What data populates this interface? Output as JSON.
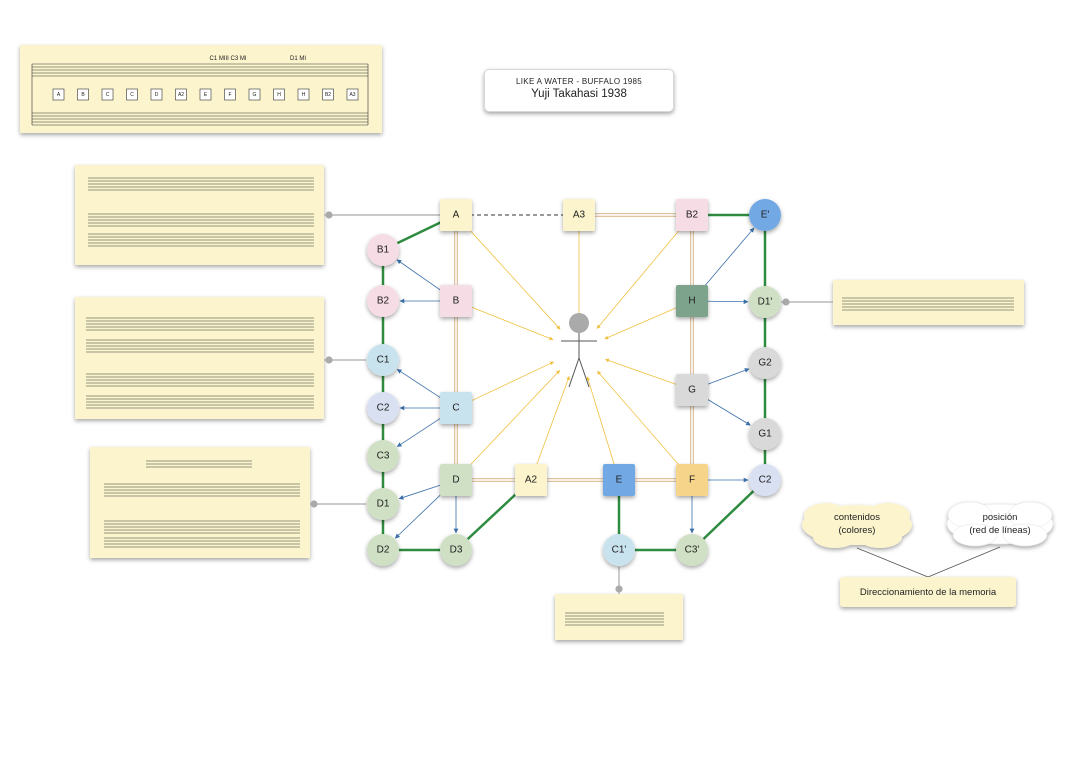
{
  "title": {
    "line1": "LIKE A WATER - BUFFALO 1985",
    "line2": "Yuji Takahasi 1938"
  },
  "legend": {
    "memory": "Direccionamiento de la memoria",
    "contents_line1": "contenidos",
    "contents_line2": "(colores)",
    "position_line1": "posición",
    "position_line2": "(red de líneas)"
  },
  "key_score": {
    "label_left": "C1 MIII C3 MI",
    "label_right": "D1 MI",
    "boxes": [
      "A",
      "B",
      "C",
      "C",
      "D",
      "A2",
      "E",
      "F",
      "G",
      "H",
      "H",
      "B2",
      "A3"
    ]
  },
  "colors": {
    "pink": "#f6dce4",
    "blue_light": "#c9e3ee",
    "green_light": "#cfe0c4",
    "yellow_light": "#fbf4cc",
    "blue": "#72a8e3",
    "dark_green": "#7da38c",
    "gray": "#d9d9d9",
    "orange": "#f6d48a",
    "lavender": "#d8e0f2",
    "edge_green": "#2e8b3f",
    "edge_tan": "#e0c4a0",
    "arrow_blue": "#3a6fa8",
    "arrow_yellow": "#f0c040"
  },
  "nodes": [
    {
      "id": "A",
      "shape": "square",
      "color": "yellow_light"
    },
    {
      "id": "A3",
      "shape": "square",
      "color": "yellow_light"
    },
    {
      "id": "B2sq",
      "label": "B2",
      "shape": "square",
      "color": "pink"
    },
    {
      "id": "B",
      "shape": "square",
      "color": "pink"
    },
    {
      "id": "H",
      "shape": "square",
      "color": "dark_green"
    },
    {
      "id": "C",
      "shape": "square",
      "color": "blue_light"
    },
    {
      "id": "G",
      "shape": "square",
      "color": "gray"
    },
    {
      "id": "D",
      "shape": "square",
      "color": "green_light"
    },
    {
      "id": "A2",
      "shape": "square",
      "color": "yellow_light"
    },
    {
      "id": "E",
      "shape": "square",
      "color": "blue"
    },
    {
      "id": "F",
      "shape": "square",
      "color": "orange"
    },
    {
      "id": "B1",
      "shape": "circle",
      "color": "pink"
    },
    {
      "id": "B2c",
      "label": "B2",
      "shape": "circle",
      "color": "pink"
    },
    {
      "id": "C1",
      "shape": "circle",
      "color": "blue_light"
    },
    {
      "id": "C2",
      "shape": "circle",
      "color": "lavender"
    },
    {
      "id": "C3",
      "shape": "circle",
      "color": "green_light"
    },
    {
      "id": "D1",
      "shape": "circle",
      "color": "green_light"
    },
    {
      "id": "D2",
      "shape": "circle",
      "color": "green_light"
    },
    {
      "id": "D3",
      "shape": "circle",
      "color": "green_light"
    },
    {
      "id": "E1",
      "label": "E'",
      "shape": "circle",
      "color": "blue"
    },
    {
      "id": "D1p",
      "label": "D1'",
      "shape": "circle",
      "color": "green_light"
    },
    {
      "id": "G2",
      "shape": "circle",
      "color": "gray"
    },
    {
      "id": "G1",
      "shape": "circle",
      "color": "gray"
    },
    {
      "id": "C2r",
      "label": "C2",
      "shape": "circle",
      "color": "lavender"
    },
    {
      "id": "C1p",
      "label": "C1'",
      "shape": "circle",
      "color": "blue_light"
    },
    {
      "id": "C3p",
      "label": "C3'",
      "shape": "circle",
      "color": "green_light"
    }
  ],
  "edges_tan": [
    [
      "A",
      "A3"
    ],
    [
      "A3",
      "B2sq"
    ],
    [
      "A",
      "B"
    ],
    [
      "B",
      "C"
    ],
    [
      "C",
      "D"
    ],
    [
      "D",
      "A2"
    ],
    [
      "A2",
      "E"
    ],
    [
      "E",
      "F"
    ],
    [
      "B2sq",
      "H"
    ],
    [
      "H",
      "G"
    ],
    [
      "G",
      "F"
    ]
  ],
  "edges_dashed": [
    [
      "A",
      "A3"
    ]
  ],
  "edges_green": [
    [
      "A",
      "B1"
    ],
    [
      "B1",
      "B2c"
    ],
    [
      "B2c",
      "C1"
    ],
    [
      "C1",
      "C2"
    ],
    [
      "C2",
      "C3"
    ],
    [
      "C3",
      "D1"
    ],
    [
      "D1",
      "D2"
    ],
    [
      "D2",
      "D3"
    ],
    [
      "D3",
      "A2"
    ],
    [
      "E",
      "C1p"
    ],
    [
      "C1p",
      "C3p"
    ],
    [
      "C3p",
      "C2r"
    ],
    [
      "C2r",
      "G1"
    ],
    [
      "G1",
      "G2"
    ],
    [
      "G2",
      "D1p"
    ],
    [
      "D1p",
      "E1"
    ],
    [
      "E1",
      "B2sq"
    ]
  ],
  "arrows_blue": [
    [
      "B",
      "B1"
    ],
    [
      "B",
      "B2c"
    ],
    [
      "C",
      "C1"
    ],
    [
      "C",
      "C2"
    ],
    [
      "C",
      "C3"
    ],
    [
      "D",
      "D1"
    ],
    [
      "D",
      "D2"
    ],
    [
      "D",
      "D3"
    ],
    [
      "H",
      "E1"
    ],
    [
      "H",
      "D1p"
    ],
    [
      "G",
      "G2"
    ],
    [
      "G",
      "G1"
    ],
    [
      "F",
      "C2r"
    ],
    [
      "F",
      "C3p"
    ]
  ],
  "arrows_center": [
    "A",
    "A3",
    "B2sq",
    "B",
    "H",
    "C",
    "G",
    "D",
    "A2",
    "E",
    "F"
  ]
}
